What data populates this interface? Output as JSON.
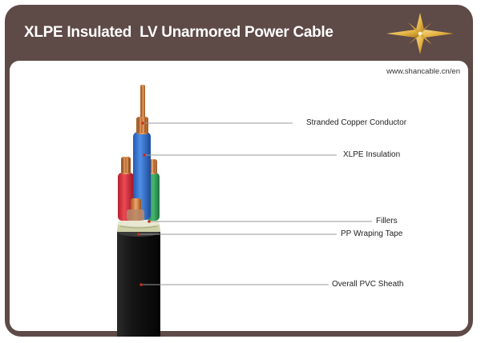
{
  "header": {
    "title": "XLPE Insulated  LV Unarmored Power Cable"
  },
  "website": "www.shancable.cn/en",
  "logo": {
    "icon": "compass-star-logo"
  },
  "callouts": [
    {
      "id": "conductor",
      "label": "Stranded Copper Conductor"
    },
    {
      "id": "insulation",
      "label": "XLPE Insulation"
    },
    {
      "id": "fillers",
      "label": "Fillers"
    },
    {
      "id": "tape",
      "label": "PP Wraping Tape"
    },
    {
      "id": "sheath",
      "label": "Overall PVC Sheath"
    }
  ],
  "colors": {
    "frame": "#5e4a47",
    "sheath": "#111111",
    "core_blue": "#2e6fcf",
    "core_red": "#d42a3a",
    "core_green": "#2f9a57",
    "copper": "#c8753d",
    "callout_dot": "#cc2a1a",
    "logo_gold": "#e6b646"
  }
}
